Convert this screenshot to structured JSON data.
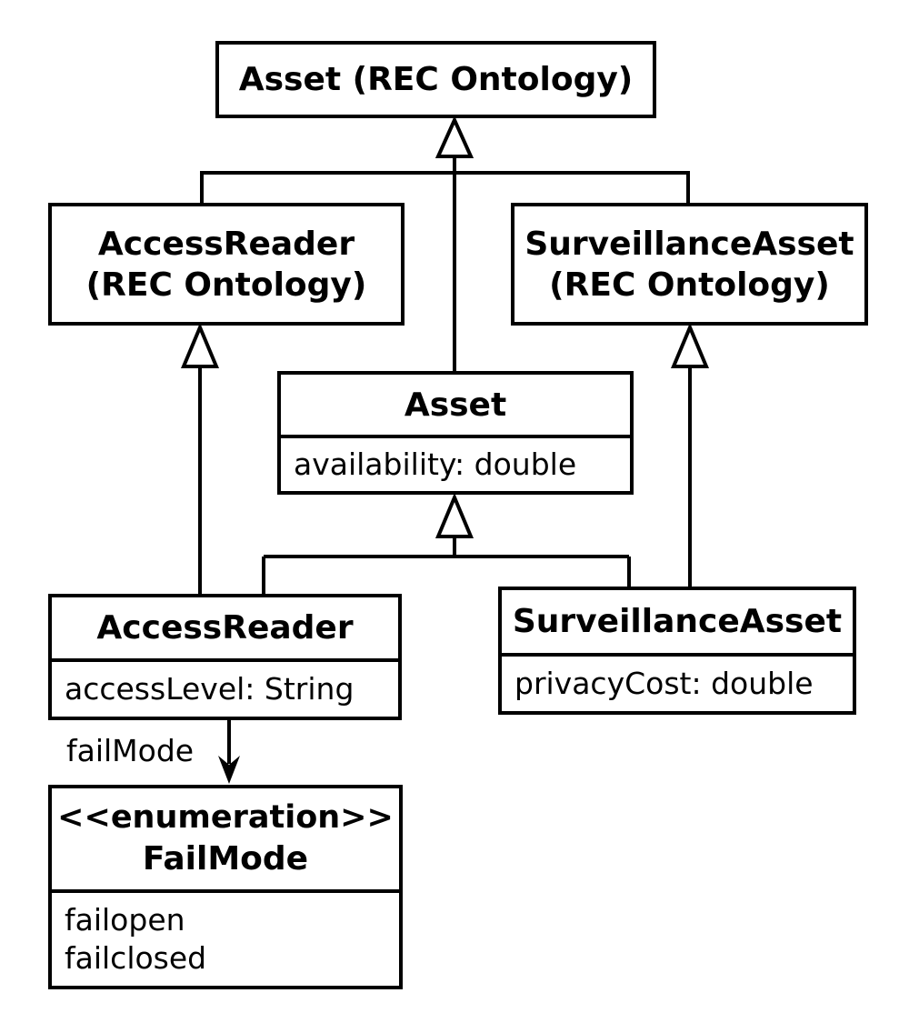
{
  "diagram": {
    "type": "uml-class-diagram",
    "colors": {
      "stroke": "#000000",
      "fill": "#ffffff",
      "text": "#000000"
    },
    "classes": {
      "rec_asset": {
        "title": "Asset (REC Ontology)"
      },
      "rec_accessreader": {
        "title_line1": "AccessReader",
        "title_line2": "(REC Ontology)"
      },
      "rec_surveillanceasset": {
        "title_line1": "SurveillanceAsset",
        "title_line2": "(REC Ontology)"
      },
      "asset": {
        "title": "Asset",
        "attribute": "availability: double"
      },
      "accessreader": {
        "title": "AccessReader",
        "attribute": "accessLevel: String"
      },
      "surveillanceasset": {
        "title": "SurveillanceAsset",
        "attribute": "privacyCost: double"
      },
      "failmode_enum": {
        "stereotype": "<<enumeration>>",
        "title": "FailMode",
        "values": [
          "failopen",
          "failclosed"
        ]
      }
    },
    "edge_labels": {
      "failmode": "failMode"
    }
  }
}
